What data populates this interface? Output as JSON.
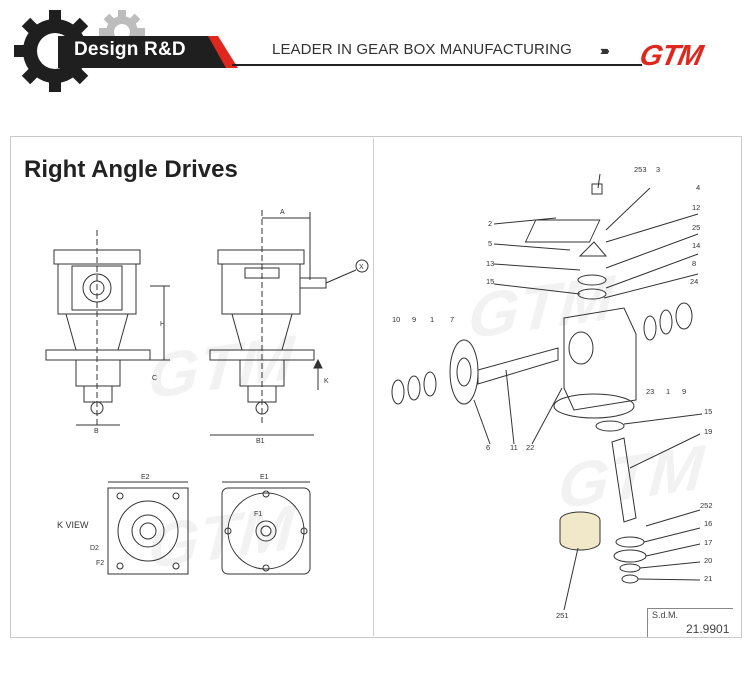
{
  "header": {
    "badge_label": "Design R&D",
    "tagline": "LEADER IN GEAR BOX MANUFACTURING",
    "arrows": "›››››",
    "logo_text": "GTM",
    "brand_color": "#e0271e"
  },
  "panel": {
    "title": "Right Angle Drives",
    "k_view_label": "K VIEW",
    "watermark": "GTM",
    "dims": {
      "A": "A",
      "H": "H",
      "C": "C",
      "K": "K",
      "X": "X",
      "B": "B",
      "B1": "B1",
      "E2": "E2",
      "E1": "E1",
      "F1": "F1",
      "F2": "F2",
      "D2": "D2"
    },
    "part_numbers": [
      "253",
      "3",
      "4",
      "2",
      "12",
      "5",
      "25",
      "14",
      "13",
      "8",
      "15",
      "24",
      "10",
      "9",
      "1",
      "7",
      "23",
      "1",
      "9",
      "6",
      "11",
      "22",
      "15",
      "19",
      "252",
      "16",
      "17",
      "20",
      "21",
      "251"
    ],
    "title_block": {
      "label": "S.d.M.",
      "code": "21.9901"
    }
  }
}
